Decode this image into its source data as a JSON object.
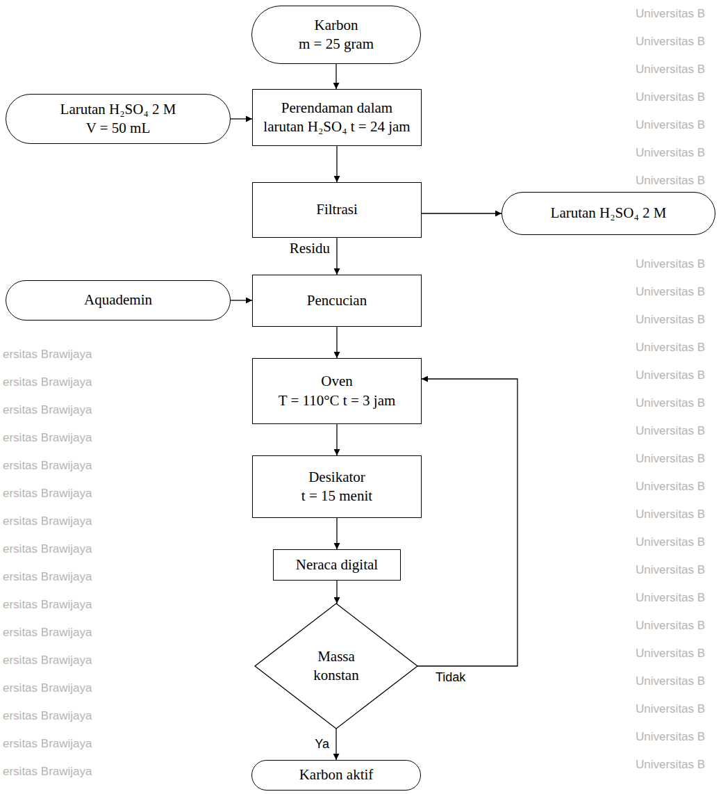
{
  "diagram": {
    "nodes": [
      {
        "text": [
          "Karbon",
          "m = 25 gram"
        ]
      },
      {
        "text": [
          "Larutan H₂SO₄ 2 M",
          "V = 50 mL"
        ]
      },
      {
        "text": [
          "Perendaman dalam",
          "larutan H₂SO₄ t = 24 jam"
        ]
      },
      {
        "text": [
          "Filtrasi"
        ]
      },
      {
        "text": [
          "Larutan H₂SO₄ 2 M"
        ]
      },
      {
        "text": [
          "Aquademin"
        ]
      },
      {
        "text": [
          "Pencucian"
        ]
      },
      {
        "text": [
          "Oven",
          "T = 110°C t = 3 jam"
        ]
      },
      {
        "text": [
          "Desikator",
          "t = 15 menit"
        ]
      },
      {
        "text": [
          "Neraca digital"
        ]
      },
      {
        "text": [
          "Massa konstan"
        ]
      },
      {
        "text": [
          "Karbon aktif"
        ]
      }
    ],
    "edges": [
      {
        "from": 0,
        "to": 2,
        "arrow": "to"
      },
      {
        "from": 1,
        "to": 2,
        "arrow": "to"
      },
      {
        "from": 2,
        "to": 3,
        "arrow": "to"
      },
      {
        "from": 3,
        "to": 4,
        "arrow": "to"
      },
      {
        "from": 3,
        "to": 6,
        "label": "Residu",
        "arrow": "to"
      },
      {
        "from": 5,
        "to": 6,
        "arrow": "to"
      },
      {
        "from": 6,
        "to": 7,
        "arrow": "to"
      },
      {
        "from": 7,
        "to": 8,
        "arrow": "to"
      },
      {
        "from": 8,
        "to": 9,
        "arrow": "to"
      },
      {
        "from": 9,
        "to": 10,
        "arrow": "to"
      },
      {
        "from": 10,
        "to": 7,
        "label": "Tidak",
        "arrow": "to"
      },
      {
        "from": 10,
        "to": 11,
        "label": "Ya",
        "arrow": "to"
      }
    ],
    "labels": [
      "Universitas B",
      "Universitas B",
      "Universitas B",
      "Universitas B",
      "Universitas B",
      "Universitas B",
      "Universitas B",
      "Universitas B",
      "Universitas B",
      "Universitas B",
      "Universitas B",
      "Universitas B",
      "Universitas B",
      "Universitas B",
      "Universitas B",
      "Universitas B",
      "Universitas B",
      "Universitas B",
      "Universitas B",
      "Universitas B",
      "Universitas B",
      "Universitas B",
      "Universitas B",
      "Universitas B",
      "Universitas B",
      "Universitas B",
      "ersitas Brawijaya",
      "ersitas Brawijaya",
      "ersitas Brawijaya",
      "ersitas Brawijaya",
      "ersitas Brawijaya",
      "ersitas Brawijaya",
      "ersitas Brawijaya",
      "ersitas Brawijaya",
      "ersitas Brawijaya",
      "ersitas Brawijaya",
      "ersitas Brawijaya",
      "ersitas Brawijaya",
      "ersitas Brawijaya",
      "ersitas Brawijaya",
      "ersitas Brawijaya",
      "ersitas Brawijaya"
    ]
  }
}
